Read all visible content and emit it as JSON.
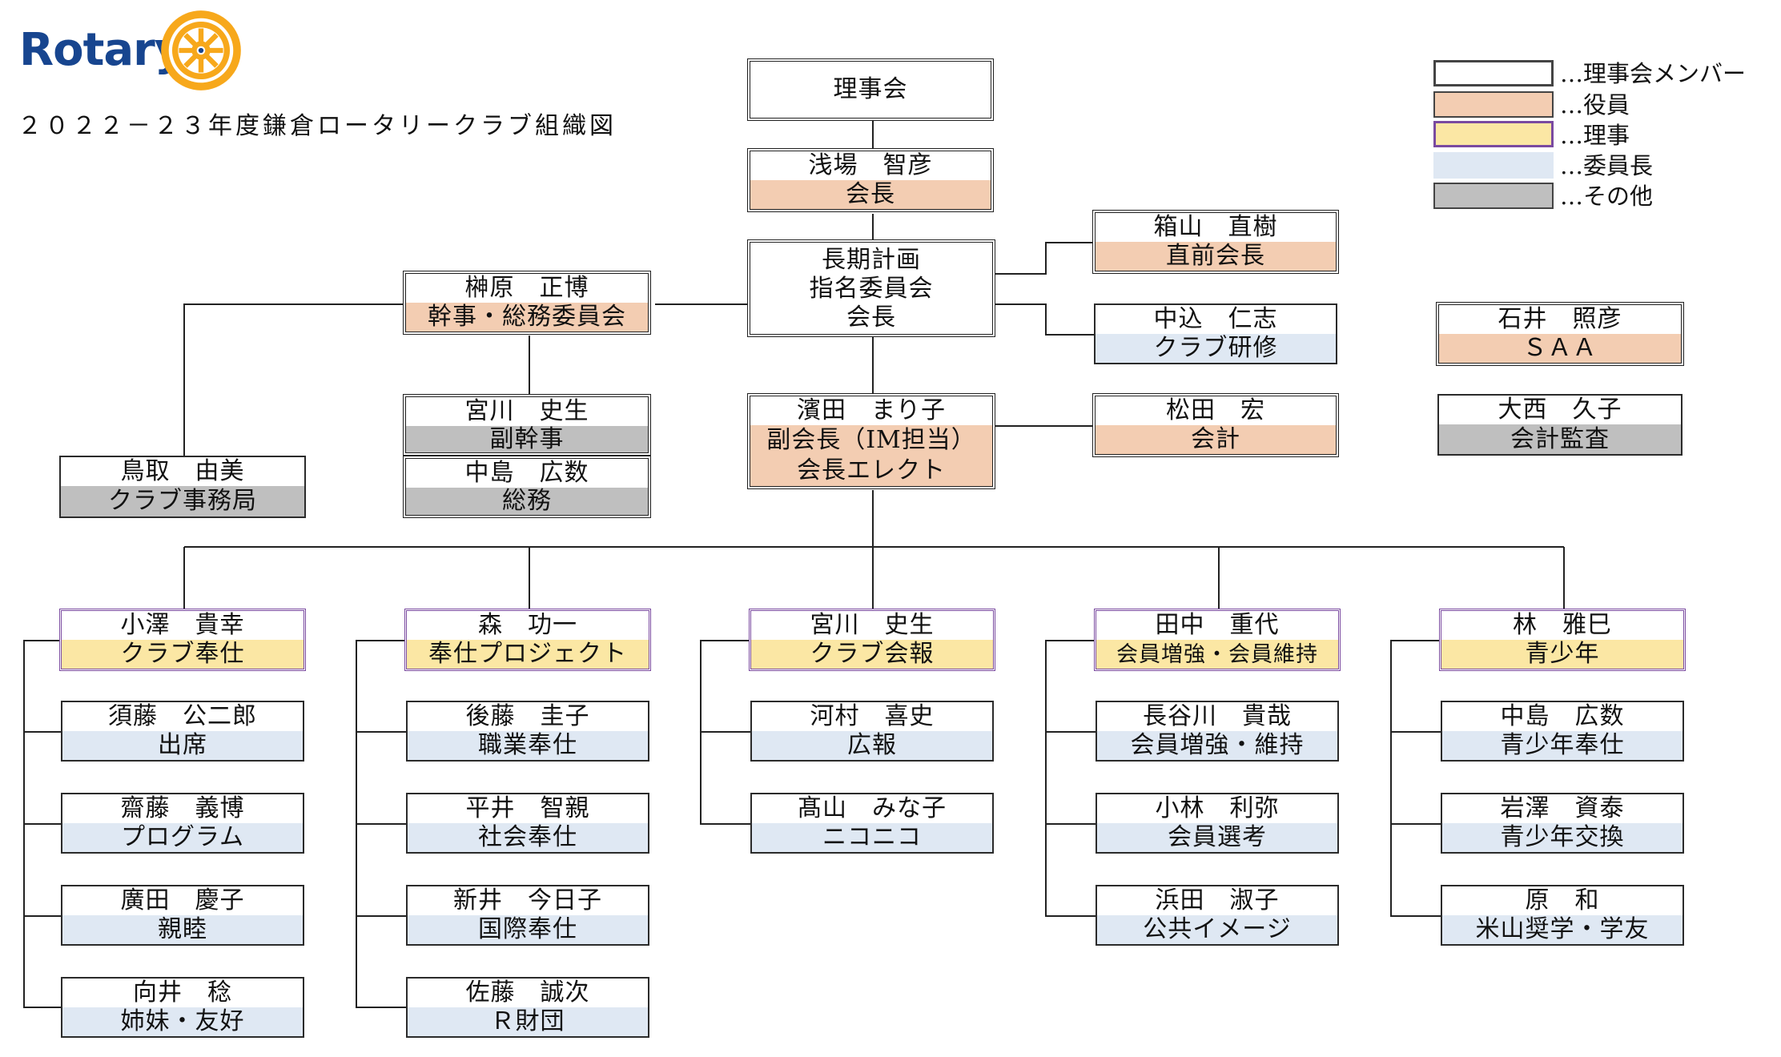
{
  "header": {
    "brand": "Rotary",
    "title": "２０２２－２３年度鎌倉ロータリークラブ組織図"
  },
  "legend": [
    {
      "label": "…理事会メンバー",
      "color": "#ffffff"
    },
    {
      "label": "…役員",
      "color": "#f3cdb2"
    },
    {
      "label": "…理事",
      "color": "#fbe7a4"
    },
    {
      "label": "…委員長",
      "color": "#dfe8f3"
    },
    {
      "label": "…その他",
      "color": "#bfbfbf"
    }
  ],
  "colors": {
    "officer": "#f3cdb2",
    "director": "#fbe7a4",
    "chair": "#dfe8f3",
    "other": "#bfbfbf",
    "brand": "#17458f",
    "wheel": "#f7a81b"
  },
  "nodes": {
    "board": {
      "name": "理事会"
    },
    "president": {
      "name": "浅場　智彦",
      "role": "会長"
    },
    "longterm": {
      "line1": "長期計画",
      "line2": "指名委員会",
      "line3": "会長"
    },
    "past_president": {
      "name": "箱山　直樹",
      "role": "直前会長"
    },
    "club_training": {
      "name": "中込　仁志",
      "role": "クラブ研修"
    },
    "secretary": {
      "name": "榊原　正博",
      "role": "幹事・総務委員会"
    },
    "vice_secretary": {
      "name": "宮川　史生",
      "role": "副幹事"
    },
    "general_affairs": {
      "name": "中島　広数",
      "role": "総務"
    },
    "office": {
      "name": "鳥取　由美",
      "role": "クラブ事務局"
    },
    "vice_president": {
      "name": "濱田　まり子",
      "role": "副会長（IM担当）",
      "role2": "会長エレクト"
    },
    "treasurer": {
      "name": "松田　宏",
      "role": "会計"
    },
    "saa": {
      "name": "石井　照彦",
      "role": "ＳＡＡ"
    },
    "auditor": {
      "name": "大西　久子",
      "role": "会計監査"
    }
  },
  "divisions": [
    {
      "name": "小澤　貴幸",
      "role": "クラブ奉仕",
      "members": [
        {
          "name": "須藤　公二郎",
          "role": "出席"
        },
        {
          "name": "齋藤　義博",
          "role": "プログラム"
        },
        {
          "name": "廣田　慶子",
          "role": "親睦"
        },
        {
          "name": "向井　稔",
          "role": "姉妹・友好"
        }
      ]
    },
    {
      "name": "森　功一",
      "role": "奉仕プロジェクト",
      "members": [
        {
          "name": "後藤　圭子",
          "role": "職業奉仕"
        },
        {
          "name": "平井　智親",
          "role": "社会奉仕"
        },
        {
          "name": "新井　今日子",
          "role": "国際奉仕"
        },
        {
          "name": "佐藤　誠次",
          "role": "Ｒ財団"
        }
      ]
    },
    {
      "name": "宮川　史生",
      "role": "クラブ会報",
      "members": [
        {
          "name": "河村　喜史",
          "role": "広報"
        },
        {
          "name": "髙山　みな子",
          "role": "ニコニコ"
        }
      ]
    },
    {
      "name": "田中　重代",
      "role": "会員増強・会員維持",
      "members": [
        {
          "name": "長谷川　貴哉",
          "role": "会員増強・維持"
        },
        {
          "name": "小林　利弥",
          "role": "会員選考"
        },
        {
          "name": "浜田　淑子",
          "role": "公共イメージ"
        }
      ]
    },
    {
      "name": "林　雅巳",
      "role": "青少年",
      "members": [
        {
          "name": "中島　広数",
          "role": "青少年奉仕"
        },
        {
          "name": "岩澤　資泰",
          "role": "青少年交換"
        },
        {
          "name": "原　和",
          "role": "米山奨学・学友"
        }
      ]
    }
  ]
}
